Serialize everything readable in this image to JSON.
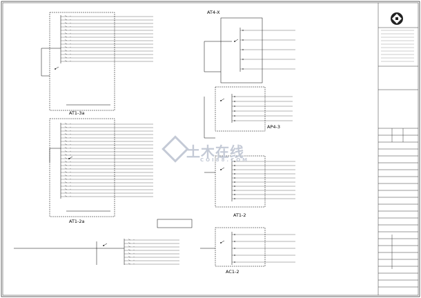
{
  "panels": {
    "at1_3a": {
      "label": "AT1-3a"
    },
    "at1_2a": {
      "label": "AT1-2a"
    },
    "at4_x": {
      "label": "AT4-X"
    },
    "ap4_3": {
      "label": "AP4-3"
    },
    "at1_2": {
      "label": "AT1-2"
    },
    "ac1_2": {
      "label": "AC1-2"
    }
  },
  "watermark": {
    "main": "土木在线",
    "sub": "COI88.COM"
  },
  "colors": {
    "line": "#000000",
    "red": "#cc0000",
    "watermark": "#c4cad6"
  }
}
